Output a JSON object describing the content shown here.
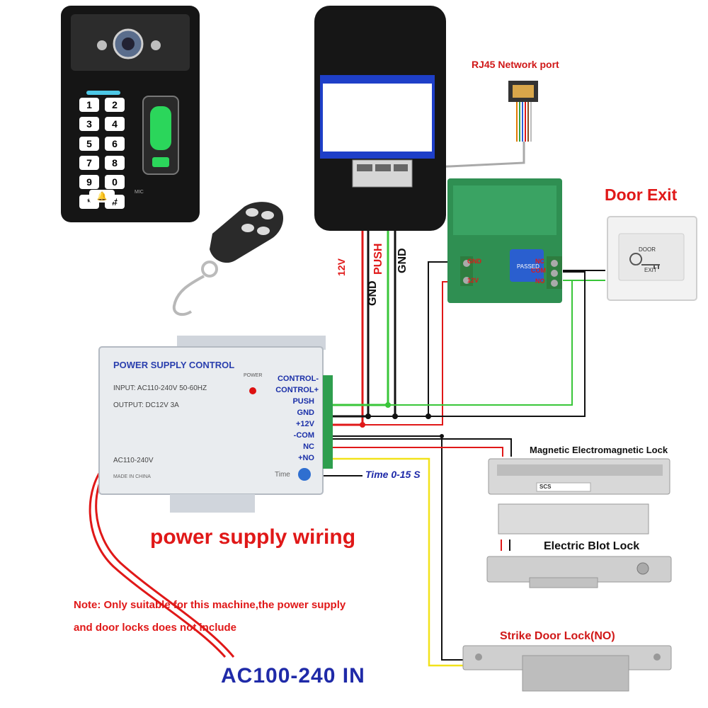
{
  "doorbell": {
    "keys": [
      "1",
      "2",
      "3",
      "4",
      "5",
      "6",
      "7",
      "8",
      "9",
      "0",
      "*",
      "#"
    ],
    "mic_label": "MIC"
  },
  "rj45": {
    "label": "RJ45 Network port"
  },
  "door_exit": {
    "title": "Door Exit",
    "plate_top": "DOOR",
    "plate_bottom": "EXIT"
  },
  "wire_labels": {
    "v12": "12V",
    "gnd1": "GND",
    "push": "PUSH",
    "gnd2": "GND"
  },
  "relay_module": {
    "terminals_left": [
      "GND",
      "12V"
    ],
    "terminals_right": [
      "NC",
      "COM",
      "NO"
    ],
    "relay_text": "PASSED"
  },
  "power_supply": {
    "title": "POWER SUPPLY CONTROL",
    "input": "INPUT: AC110-240V  50-60HZ",
    "output": "OUTPUT: DC12V  3A",
    "power_label": "POWER",
    "ac_label": "AC110-240V",
    "made_in": "MADE IN CHINA",
    "time_label": "Time",
    "terminals": [
      "CONTROL-",
      "CONTROL+",
      "PUSH",
      "GND",
      "+12V",
      "-COM",
      "NC",
      "+NO"
    ]
  },
  "time_note": "Time 0-15 S",
  "locks": {
    "magnetic": "Magnetic Electromagnetic Lock",
    "magnetic_sticker": "SCS",
    "bolt": "Electric Blot Lock",
    "strike": "Strike Door Lock(NO)"
  },
  "captions": {
    "wiring": "power supply wiring",
    "note_line1": "Note: Only suitable for this machine,the power supply",
    "note_line2": "and door locks does not include",
    "ac_in": "AC100-240 IN"
  }
}
